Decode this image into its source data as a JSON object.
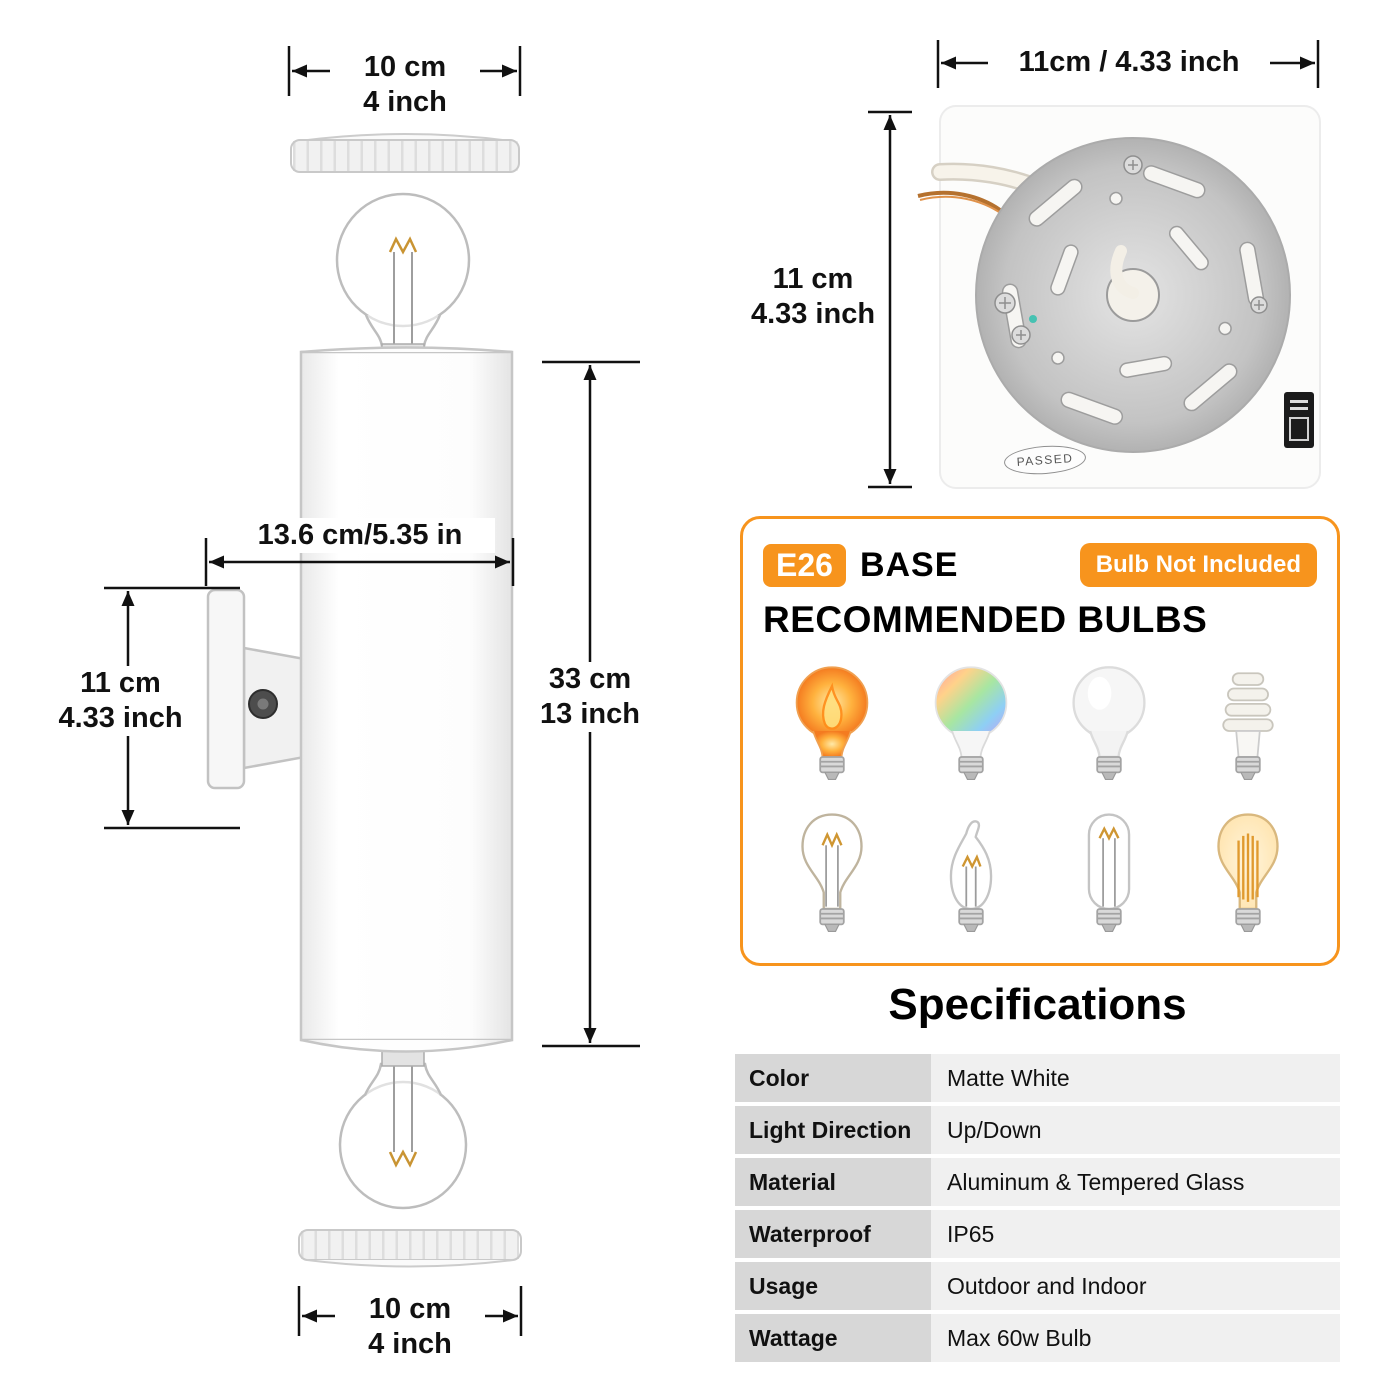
{
  "colors": {
    "accent": "#F7941D",
    "arrow": "#111111",
    "label_bg": "#d7d7d7",
    "value_bg": "#f0f0f0"
  },
  "sconce_diagram": {
    "top_width_line1": "10 cm",
    "top_width_line2": "4 inch",
    "body_width": "13.6 cm/5.35 in",
    "bracket_height_line1": "11 cm",
    "bracket_height_line2": "4.33 inch",
    "body_height_line1": "33 cm",
    "body_height_line2": "13 inch",
    "bottom_width_line1": "10 cm",
    "bottom_width_line2": "4 inch"
  },
  "plate_diagram": {
    "width_label": "11cm / 4.33 inch",
    "height_line1": "11 cm",
    "height_line2": "4.33 inch",
    "passed_stamp": "PASSED"
  },
  "bulbs_panel": {
    "badge": "E26",
    "base_label": "BASE",
    "not_included_label": "Bulb Not Included",
    "heading": "RECOMMENDED BULBS",
    "bulb_icons": [
      "flame-effect-bulb-icon",
      "rgb-color-bulb-icon",
      "led-bulb-icon",
      "cfl-spiral-bulb-icon",
      "edison-st64-bulb-icon",
      "candle-flame-tip-bulb-icon",
      "tubular-filament-bulb-icon",
      "vintage-edison-bulb-icon"
    ]
  },
  "specifications": {
    "title": "Specifications",
    "rows": [
      {
        "label": "Color",
        "value": "Matte White"
      },
      {
        "label": "Light Direction",
        "value": "Up/Down"
      },
      {
        "label": "Material",
        "value": "Aluminum  &  Tempered Glass"
      },
      {
        "label": "Waterproof",
        "value": "IP65"
      },
      {
        "label": "Usage",
        "value": "Outdoor and Indoor"
      },
      {
        "label": "Wattage",
        "value": "Max 60w Bulb"
      }
    ]
  }
}
